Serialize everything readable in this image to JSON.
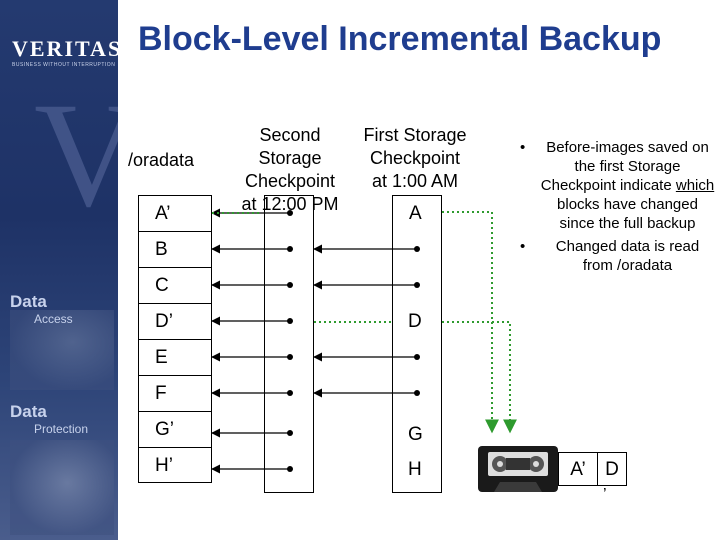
{
  "slide": {
    "title": "Block-Level Incremental Backup"
  },
  "sidebar": {
    "logo": "VERITAS",
    "tagline": "BUSINESS WITHOUT INTERRUPTION",
    "big_letter": "V",
    "section1_word": "Data",
    "section1_sub": "Access",
    "section2_word": "Data",
    "section2_sub": "Protection"
  },
  "diagram": {
    "filesystem_label": "/oradata",
    "blocks": [
      "A’",
      "B",
      "C",
      "D’",
      "E",
      "F",
      "G’",
      "H’"
    ],
    "second_checkpoint": {
      "heading_lines": [
        "Second",
        "Storage",
        "Checkpoint",
        "at 12:00 PM"
      ]
    },
    "first_checkpoint": {
      "heading_lines": [
        "First Storage",
        "Checkpoint",
        "at 1:00 AM"
      ],
      "saved_blocks": {
        "A": "A",
        "D": "D",
        "G": "G",
        "H": "H"
      }
    },
    "tape_blocks": [
      "A’",
      "D"
    ],
    "tape_extra_mark": "’"
  },
  "notes": {
    "bullet1_pre": "Before-images saved on the first Storage Checkpoint indicate ",
    "bullet1_underlined": "which",
    "bullet1_post": " blocks  have changed since the full backup",
    "bullet2": "Changed data is read from /oradata"
  },
  "colors": {
    "title": "#1f3d8f",
    "sidebar": "#243a70",
    "dotted_link": "#2e9a2e"
  }
}
